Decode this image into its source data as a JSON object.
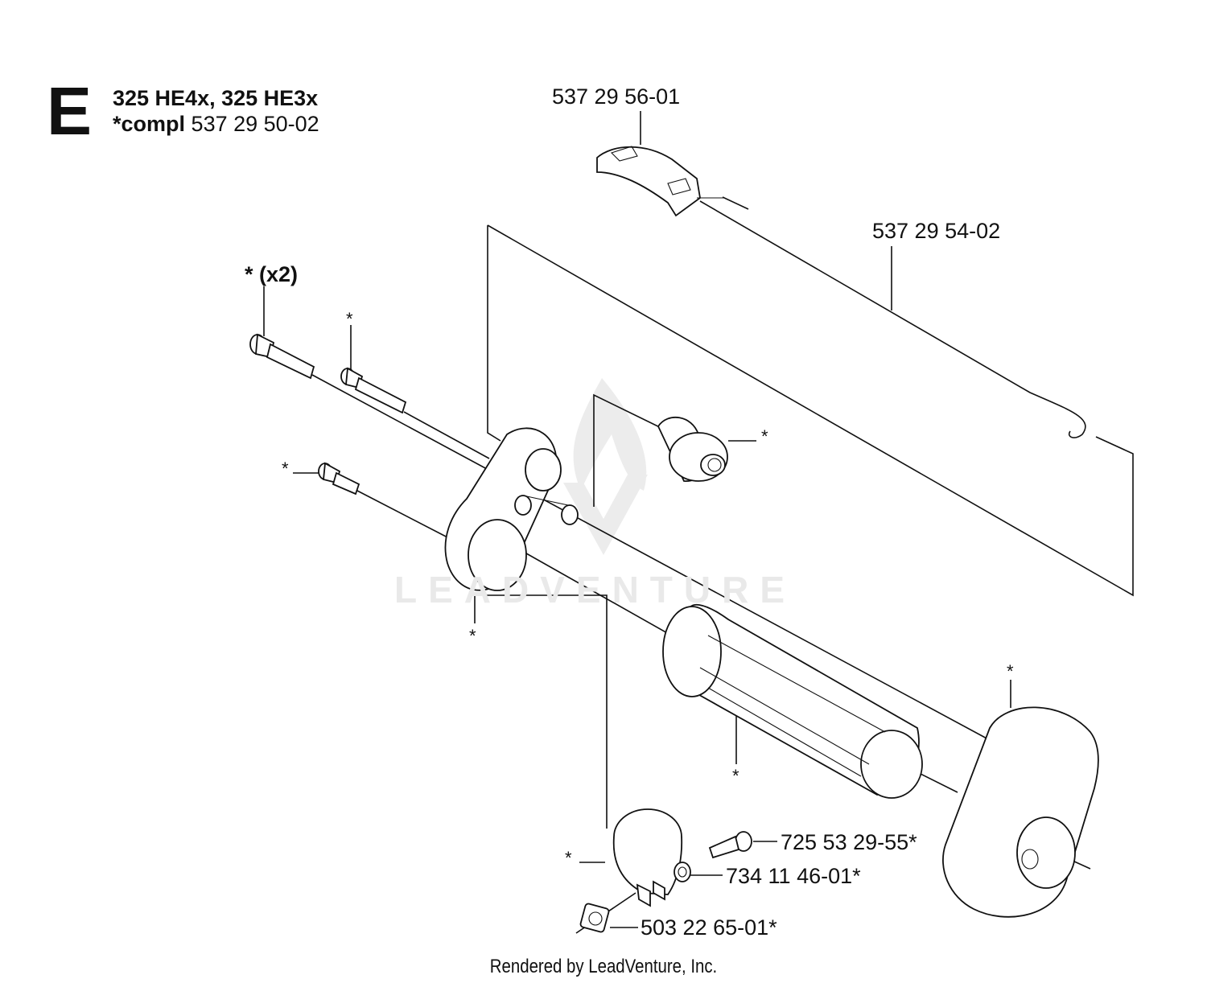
{
  "header": {
    "section_letter": "E",
    "models": "325 HE4x, 325 HE3x",
    "compl_prefix": "*compl",
    "compl_number": "537 29 50-02"
  },
  "labels": {
    "throttle_trigger": "537 29 56-01",
    "throttle_cable": "537 29 54-02",
    "screw_x2": "* (x2)",
    "screw": "725 53 29-55*",
    "washer": "734 11 46-01*",
    "nut": "503 22 65-01*"
  },
  "asterisk": "*",
  "watermark": "LEADVENTURE",
  "footer": "Rendered by LeadVenture, Inc."
}
